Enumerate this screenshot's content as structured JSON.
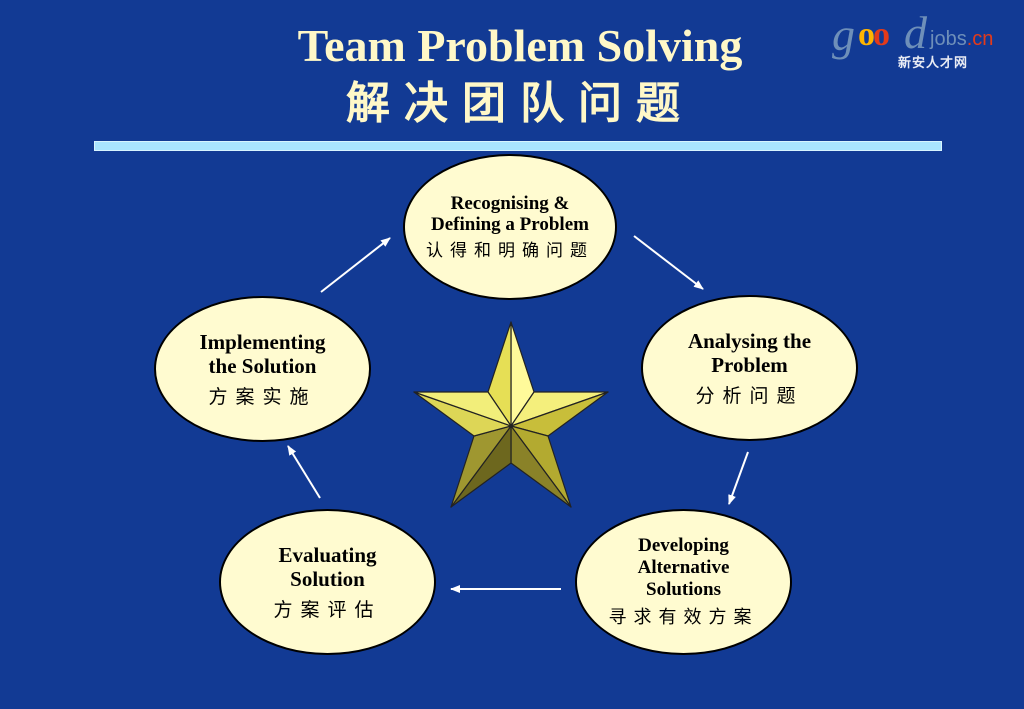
{
  "header": {
    "title": "Team Problem Solving",
    "subtitle": "解决团队问题"
  },
  "logo": {
    "g": "g",
    "o1": "o",
    "o2": "o",
    "d": "d",
    "jobs": "jobs",
    "cn": ".cn",
    "tagline": "新安人才网"
  },
  "steps": [
    {
      "en": "Recognising &\nDefining a Problem",
      "zh": "认得和明确问题"
    },
    {
      "en": "Analysing the\nProblem",
      "zh": "分析问题"
    },
    {
      "en": "Developing\nAlternative\nSolutions",
      "zh": "寻求有效方案"
    },
    {
      "en": "Evaluating\nSolution",
      "zh": "方案评估"
    },
    {
      "en": "Implementing\nthe Solution",
      "zh": "方案实施"
    }
  ],
  "colors": {
    "background": "#123a94",
    "title": "#fff8c8",
    "ellipse_fill": "#fffbd0",
    "star_light": "#f2ee7a",
    "star_mid": "#c8be3a",
    "star_dark": "#8a8228"
  }
}
